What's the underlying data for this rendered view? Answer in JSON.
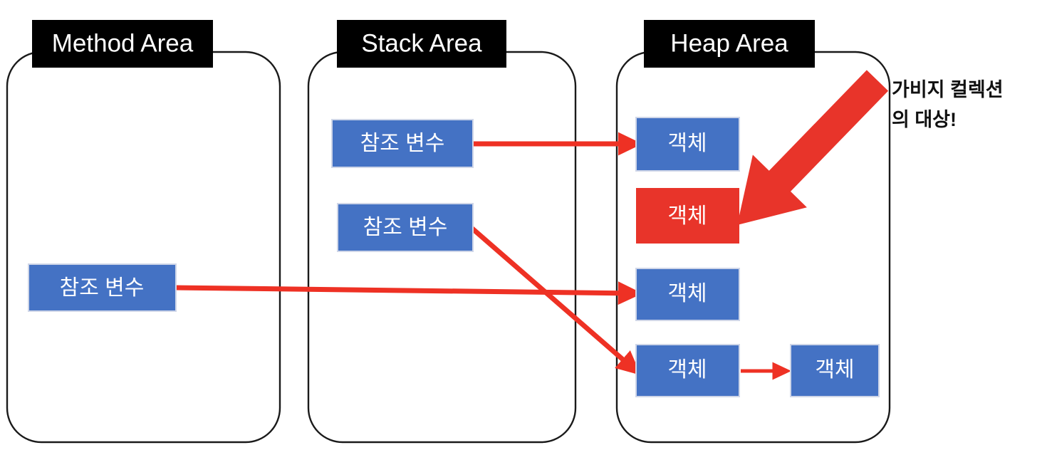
{
  "diagram": {
    "title_hidden": "JVM Memory Areas and Garbage Collection Target",
    "areas": [
      {
        "id": "method-area",
        "label": "Method Area"
      },
      {
        "id": "stack-area",
        "label": "Stack Area"
      },
      {
        "id": "heap-area",
        "label": "Heap Area"
      }
    ],
    "method_area_nodes": [
      {
        "id": "method-ref-1",
        "label": "참조 변수",
        "color": "#4472C4"
      }
    ],
    "stack_area_nodes": [
      {
        "id": "stack-ref-1",
        "label": "참조 변수",
        "color": "#4472C4"
      },
      {
        "id": "stack-ref-2",
        "label": "참조 변수",
        "color": "#4472C4"
      }
    ],
    "heap_area_nodes": [
      {
        "id": "heap-obj-1",
        "label": "객체",
        "color": "#4472C4",
        "state": "referenced"
      },
      {
        "id": "heap-obj-2",
        "label": "객체",
        "color": "#E8342A",
        "state": "unreferenced"
      },
      {
        "id": "heap-obj-3",
        "label": "객체",
        "color": "#4472C4",
        "state": "referenced"
      },
      {
        "id": "heap-obj-4",
        "label": "객체",
        "color": "#4472C4",
        "state": "referenced"
      },
      {
        "id": "heap-obj-5",
        "label": "객체",
        "color": "#4472C4",
        "state": "referenced"
      }
    ],
    "callout": {
      "line1": "가비지 컬렉션",
      "line2": "의 대상!",
      "color": "#111111"
    },
    "arrow_color": "#EE3124",
    "connections": [
      {
        "from": "stack-ref-1",
        "to": "heap-obj-1"
      },
      {
        "from": "stack-ref-2",
        "to": "heap-obj-4"
      },
      {
        "from": "method-ref-1",
        "to": "heap-obj-3"
      },
      {
        "from": "heap-obj-4",
        "to": "heap-obj-5"
      },
      {
        "from": "callout",
        "to": "heap-obj-2"
      }
    ]
  }
}
